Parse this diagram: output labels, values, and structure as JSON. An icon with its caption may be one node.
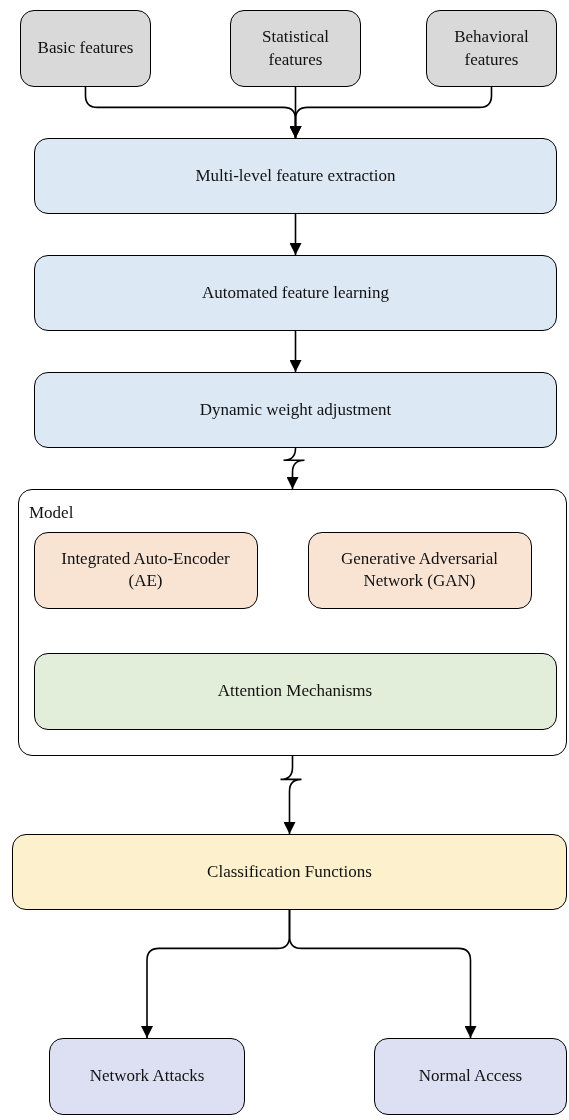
{
  "diagram": {
    "nodes": [
      {
        "text": [
          "Basic features"
        ]
      },
      {
        "text": [
          "Statistical features"
        ]
      },
      {
        "text": [
          "Behavioral features"
        ]
      },
      {
        "text": [
          "Multi-level feature extraction"
        ]
      },
      {
        "text": [
          "Automated feature learning"
        ]
      },
      {
        "text": [
          "Dynamic weight adjustment"
        ]
      },
      {
        "text": [
          "Model"
        ]
      },
      {
        "text": [
          "Integrated Auto-Encoder (AE)"
        ],
        "in": 6
      },
      {
        "text": [
          "Generative Adversarial Network (GAN)"
        ],
        "in": 6
      },
      {
        "text": [
          "Attention Mechanisms"
        ],
        "in": 6
      },
      {
        "text": [
          "Classification Functions"
        ]
      },
      {
        "text": [
          "Network Attacks"
        ]
      },
      {
        "text": [
          "Normal Access"
        ]
      }
    ],
    "edges": [
      {
        "from": 0,
        "to": 3,
        "arrow": "to"
      },
      {
        "from": 1,
        "to": 3,
        "arrow": "to"
      },
      {
        "from": 2,
        "to": 3,
        "arrow": "to"
      },
      {
        "from": 3,
        "to": 4,
        "arrow": "to"
      },
      {
        "from": 4,
        "to": 5,
        "arrow": "to"
      },
      {
        "from": 5,
        "to": 6,
        "arrow": "to"
      },
      {
        "from": 6,
        "to": 10,
        "arrow": "to"
      },
      {
        "from": 10,
        "to": 11,
        "arrow": "to"
      },
      {
        "from": 10,
        "to": 12,
        "arrow": "to"
      }
    ]
  }
}
